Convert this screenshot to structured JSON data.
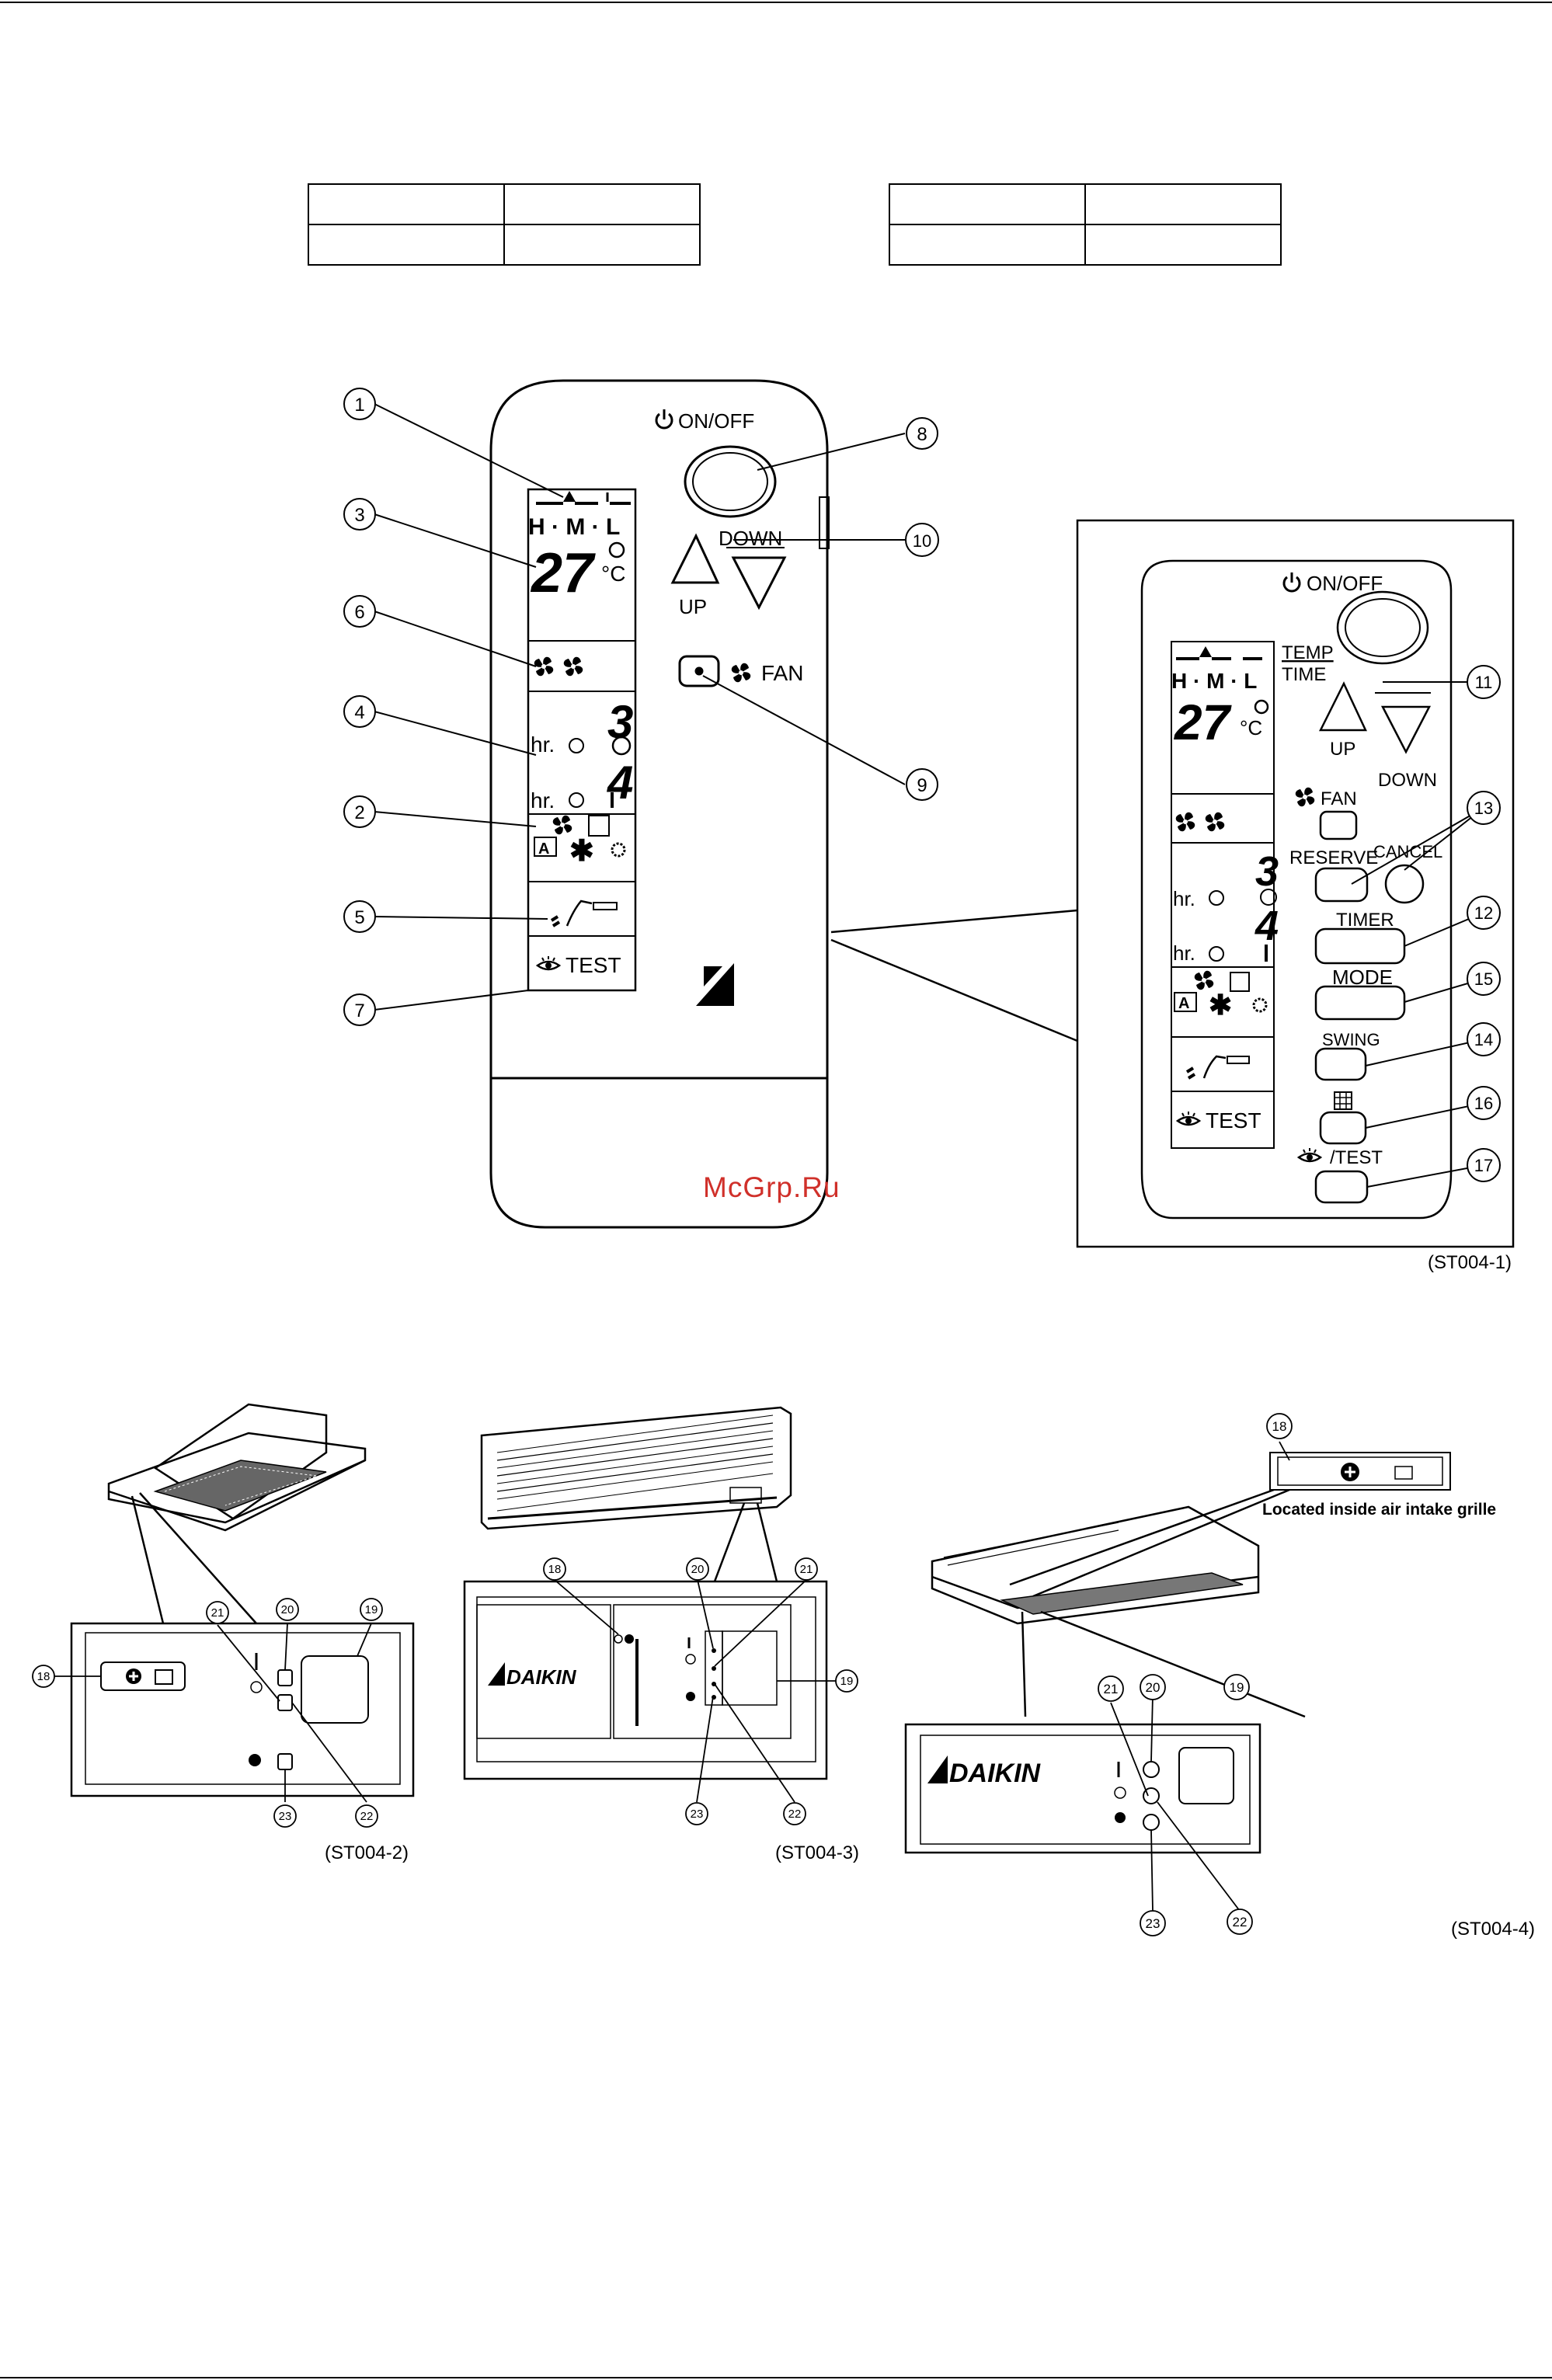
{
  "watermark": "McGrp.Ru",
  "figure_refs": [
    "(ST004-1)",
    "(ST004-2)",
    "(ST004-3)",
    "(ST004-4)"
  ],
  "remote": {
    "on_off": "ON/OFF",
    "up": "UP",
    "down": "DOWN",
    "fan": "FAN",
    "temp": "TEMP",
    "time": "TIME",
    "reserve": "RESERVE",
    "cancel": "CANCEL",
    "timer": "TIMER",
    "mode": "MODE",
    "swing": "SWING",
    "test": "TEST",
    "test_slash": "/TEST",
    "fan_speed": "H · M · L",
    "temp_value": "27",
    "temp_unit": "°C",
    "hr": "hr.",
    "timer_digit_on": "3",
    "timer_digit_off": "4"
  },
  "callouts": [
    "1",
    "2",
    "3",
    "4",
    "5",
    "6",
    "7",
    "8",
    "9",
    "10",
    "11",
    "12",
    "13",
    "14",
    "15",
    "16",
    "17",
    "18",
    "19",
    "20",
    "21",
    "22",
    "23"
  ],
  "brand": "DAIKIN",
  "location_note": "Located inside air intake grille",
  "colors": {
    "ink": "#000000",
    "watermark": "#d0302a"
  }
}
